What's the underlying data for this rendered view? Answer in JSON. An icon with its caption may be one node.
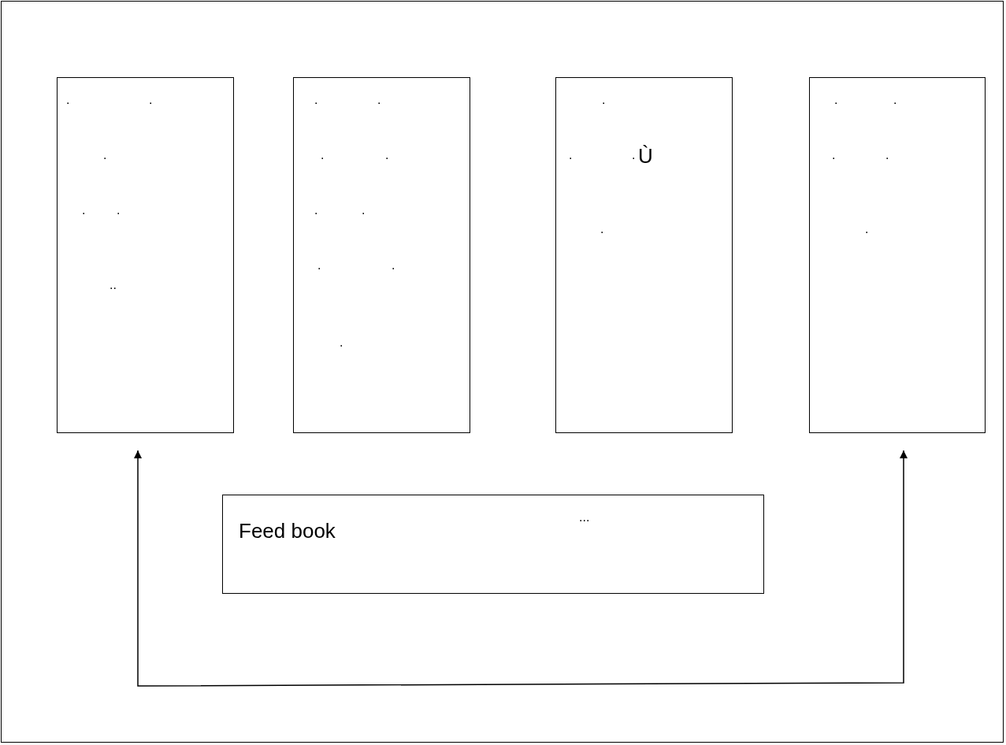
{
  "diagram": {
    "nodes": [
      {
        "text": [
          ".",
          ".",
          ".",
          ".",
          ".",
          ".."
        ]
      },
      {
        "text": [
          ".",
          ".",
          ".",
          ".",
          ".",
          ".",
          ".",
          ".",
          "."
        ]
      },
      {
        "text": [
          ".",
          ".",
          ".",
          "Ù",
          "."
        ]
      },
      {
        "text": [
          ".",
          ".",
          ".",
          ".",
          "."
        ]
      },
      {
        "text": [
          "Feed book",
          "..."
        ]
      }
    ],
    "edges": [
      {
        "from": 0,
        "to": 3,
        "arrow": "both"
      }
    ]
  }
}
